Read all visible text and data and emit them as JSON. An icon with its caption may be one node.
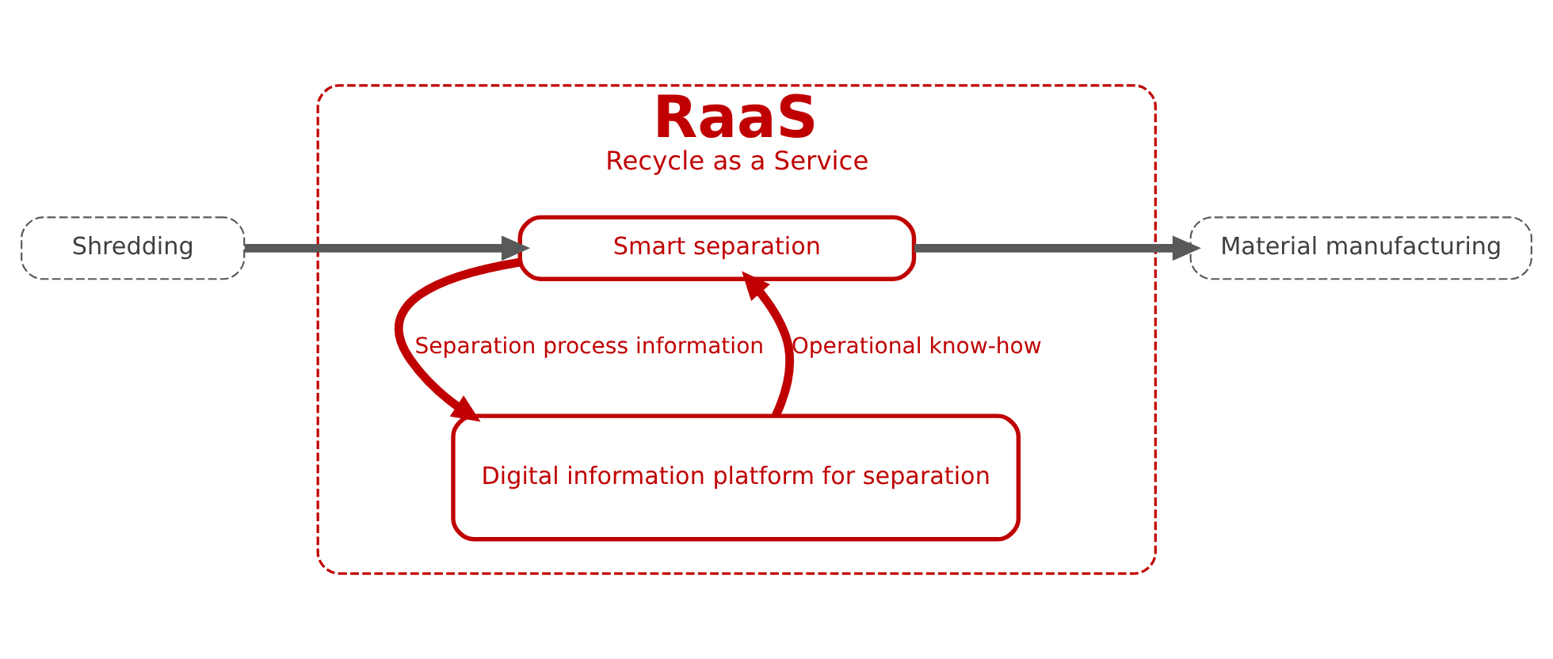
{
  "diagram": {
    "nodes": [
      {
        "text": [
          "RaaS",
          "Recycle as a Service"
        ]
      },
      {
        "text": [
          "Shredding"
        ]
      },
      {
        "text": [
          "Smart separation"
        ],
        "in": 0
      },
      {
        "text": [
          "Material manufacturing"
        ]
      },
      {
        "text": [
          "Digital information platform for separation"
        ],
        "in": 0
      }
    ],
    "edges": [
      {
        "from": 1,
        "to": 2,
        "arrow": "to",
        "color": "#595959"
      },
      {
        "from": 2,
        "to": 3,
        "arrow": "to",
        "color": "#595959"
      },
      {
        "from": 4,
        "to": 2,
        "arrow": "to",
        "label": "Operational know-how",
        "color": "#c00000"
      },
      {
        "from": 2,
        "to": 4,
        "arrow": "to",
        "label": "Separation process information",
        "color": "#c00000"
      }
    ]
  }
}
